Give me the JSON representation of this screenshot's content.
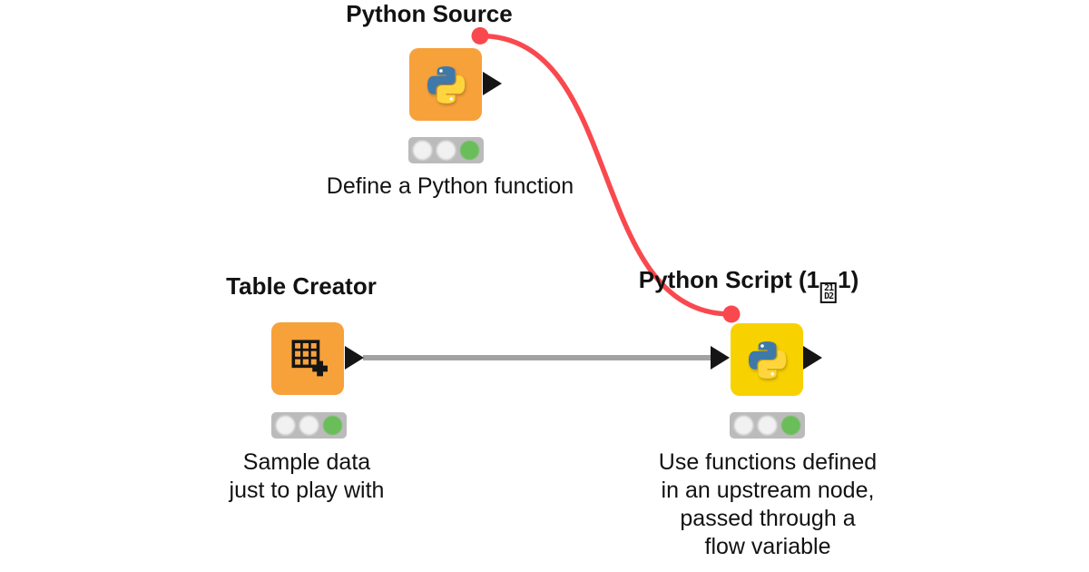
{
  "colors": {
    "node_orange": "#F7A13B",
    "node_yellow": "#F8D200",
    "flowvar_red": "#F9494E",
    "connection_gray": "#A2A2A2",
    "traffic_bar": "#BBBBBB",
    "traffic_idle": "#F1F1F1",
    "traffic_green": "#69BE59",
    "port_black": "#151515",
    "python_blue": "#3E79AA",
    "python_yellow": "#FFD53E"
  },
  "workflow": {
    "nodes": [
      {
        "id": "python-source",
        "title": "Python Source",
        "caption": "Define a Python function",
        "icon": "python-logo-icon",
        "status_lights": [
          "idle",
          "idle",
          "green"
        ],
        "ports": [
          "flow-variable-output",
          "table-output"
        ]
      },
      {
        "id": "table-creator",
        "title": "Table Creator",
        "caption": "Sample data\njust to play with",
        "icon": "table-plus-icon",
        "status_lights": [
          "idle",
          "idle",
          "green"
        ],
        "ports": [
          "table-output"
        ]
      },
      {
        "id": "python-script",
        "title_prefix": "Python Script (1",
        "missing_glyph_rows": [
          "21",
          "D2"
        ],
        "title_suffix": "1)",
        "caption": "Use functions defined\nin an upstream node,\npassed through a\nflow variable",
        "icon": "python-logo-icon",
        "status_lights": [
          "idle",
          "idle",
          "green"
        ],
        "ports": [
          "flow-variable-input",
          "table-input",
          "table-output"
        ]
      }
    ],
    "connections": [
      {
        "type": "flow-variable",
        "from": "python-source",
        "to": "python-script"
      },
      {
        "type": "data",
        "from": "table-creator",
        "to": "python-script"
      }
    ]
  }
}
